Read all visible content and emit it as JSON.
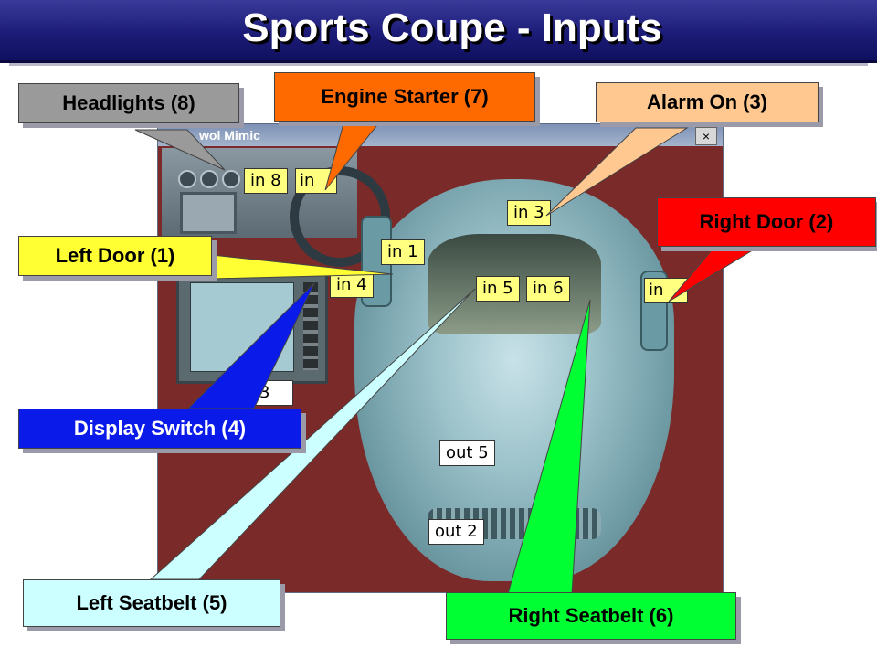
{
  "slide": {
    "title": "Sports Coupe - Inputs"
  },
  "window": {
    "title": "wol Mimic",
    "close_glyph": "×"
  },
  "io_tags": {
    "in8": "in 8",
    "in7": "in",
    "in3": "in 3",
    "in1": "in 1",
    "in4": "in 4",
    "in5": "in 5",
    "in6": "in 6",
    "in2": "in",
    "in_display": "3",
    "out5": "out 5",
    "out2": "out 2"
  },
  "callouts": {
    "headlights": "Headlights (8)",
    "engine_starter": "Engine Starter (7)",
    "alarm_on": "Alarm On (3)",
    "right_door": "Right Door (2)",
    "left_door": "Left Door (1)",
    "display_switch": "Display Switch (4)",
    "left_seatbelt": "Left Seatbelt (5)",
    "right_seatbelt": "Right Seatbelt (6)"
  },
  "colors": {
    "headlights": "#9a9a9a",
    "engine_starter": "#ff6a00",
    "alarm_on": "#ffc890",
    "right_door": "#ff0000",
    "left_door": "#ffff33",
    "display_switch": "#0a1ae8",
    "left_seatbelt": "#ccffff",
    "right_seatbelt": "#00ff33"
  }
}
